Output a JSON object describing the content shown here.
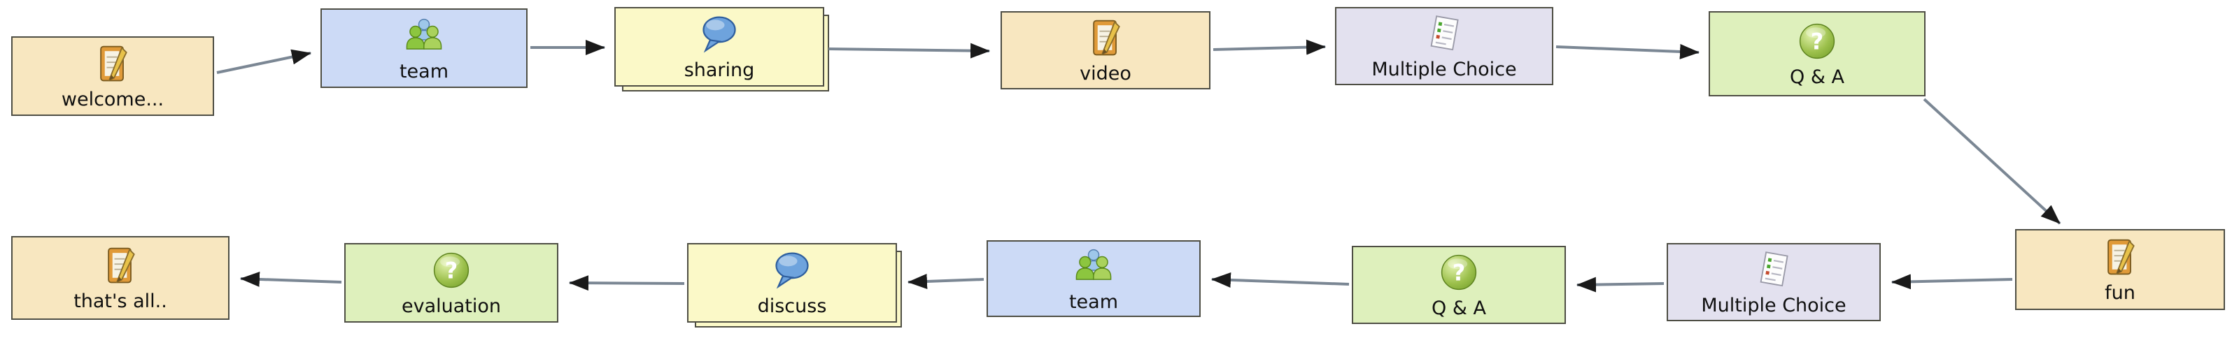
{
  "diagram": {
    "title": "activity-flow-diagram",
    "background_color": "#ffffff",
    "connector_line_color": "#7b8794",
    "arrowhead_color": "#1a1a1a"
  },
  "colors": {
    "noticeboard": "#f8e7c0",
    "grouping": "#ccdaf6",
    "forum": "#fbf9c8",
    "multiple_choice": "#e3e1ef",
    "qna": "#def0bc"
  },
  "nodes": [
    {
      "id": "welcome",
      "label": "welcome...",
      "type": "noticeboard",
      "icon": "notebook-icon"
    },
    {
      "id": "team-1",
      "label": "team",
      "type": "grouping",
      "icon": "team-icon"
    },
    {
      "id": "sharing",
      "label": "sharing",
      "type": "forum",
      "icon": "speech-bubble-icon",
      "stacked": true
    },
    {
      "id": "video",
      "label": "video",
      "type": "noticeboard",
      "icon": "notebook-icon"
    },
    {
      "id": "multiple-choice-1",
      "label": "Multiple Choice",
      "type": "multiple_choice",
      "icon": "checklist-icon"
    },
    {
      "id": "qa-1",
      "label": "Q & A",
      "type": "qna",
      "icon": "question-icon"
    },
    {
      "id": "fun",
      "label": "fun",
      "type": "noticeboard",
      "icon": "notebook-icon"
    },
    {
      "id": "multiple-choice-2",
      "label": "Multiple Choice",
      "type": "multiple_choice",
      "icon": "checklist-icon"
    },
    {
      "id": "qa-2",
      "label": "Q & A",
      "type": "qna",
      "icon": "question-icon"
    },
    {
      "id": "team-2",
      "label": "team",
      "type": "grouping",
      "icon": "team-icon"
    },
    {
      "id": "discuss",
      "label": "discuss",
      "type": "forum",
      "icon": "speech-bubble-icon",
      "stacked": true
    },
    {
      "id": "evaluation",
      "label": "evaluation",
      "type": "qna",
      "icon": "question-icon"
    },
    {
      "id": "thats-all",
      "label": "that's all..",
      "type": "noticeboard",
      "icon": "notebook-icon"
    }
  ],
  "edges": [
    {
      "from": "welcome",
      "to": "team-1"
    },
    {
      "from": "team-1",
      "to": "sharing"
    },
    {
      "from": "sharing",
      "to": "video"
    },
    {
      "from": "video",
      "to": "multiple-choice-1"
    },
    {
      "from": "multiple-choice-1",
      "to": "qa-1"
    },
    {
      "from": "qa-1",
      "to": "fun"
    },
    {
      "from": "fun",
      "to": "multiple-choice-2"
    },
    {
      "from": "multiple-choice-2",
      "to": "qa-2"
    },
    {
      "from": "qa-2",
      "to": "team-2"
    },
    {
      "from": "team-2",
      "to": "discuss"
    },
    {
      "from": "discuss",
      "to": "evaluation"
    },
    {
      "from": "evaluation",
      "to": "thats-all"
    }
  ]
}
